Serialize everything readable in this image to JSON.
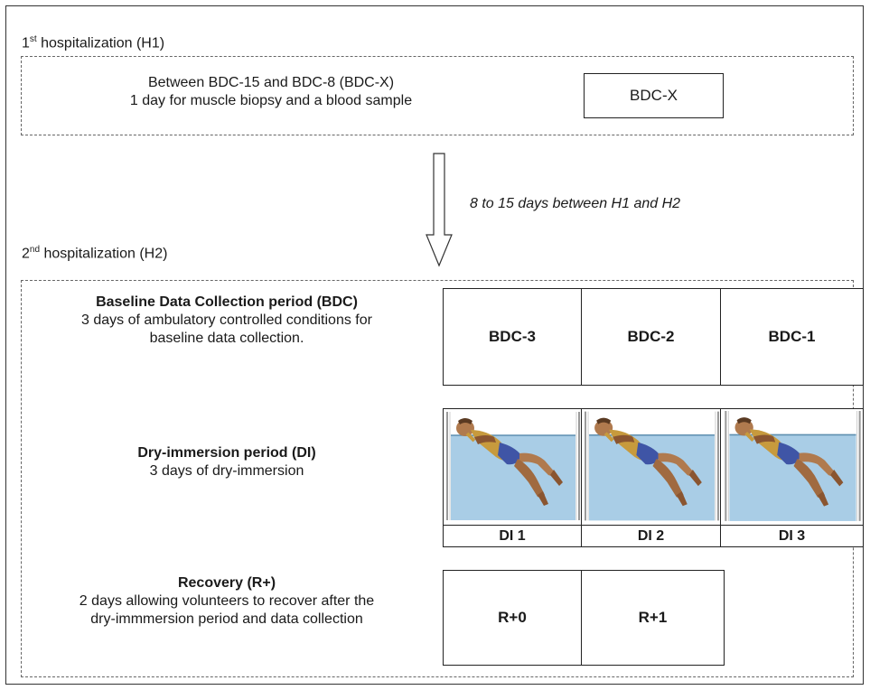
{
  "h1": {
    "label_main": "1",
    "label_sup": "st",
    "label_rest": " hospitalization (H1)",
    "line1": "Between BDC-15 and BDC-8 (BDC-X)",
    "line2": "1 day for muscle biopsy and a blood sample",
    "box": "BDC-X"
  },
  "transition": {
    "text": "8 to 15 days between H1 and H2"
  },
  "h2": {
    "label_main": "2",
    "label_sup": "nd",
    "label_rest": " hospitalization (H2)"
  },
  "bdc": {
    "title": "Baseline Data Collection period (BDC)",
    "line1": "3 days of ambulatory controlled conditions for",
    "line2": "baseline data collection.",
    "days": [
      "BDC-3",
      "BDC-2",
      "BDC-1"
    ]
  },
  "di": {
    "title": "Dry-immersion period (DI)",
    "line1": "3 days of dry-immersion",
    "days": [
      "DI 1",
      "DI 2",
      "DI 3"
    ]
  },
  "recovery": {
    "title": "Recovery (R+)",
    "line1": "2 days allowing volunteers to recover after the",
    "line2": "dry-immmersion period and data collection",
    "days": [
      "R+0",
      "R+1"
    ]
  },
  "colors": {
    "water": "#a9cde6",
    "water_line": "#5e8fb0",
    "skin": "#b07a4e",
    "shirt": "#c79a3d",
    "shorts": "#3f55a6"
  }
}
